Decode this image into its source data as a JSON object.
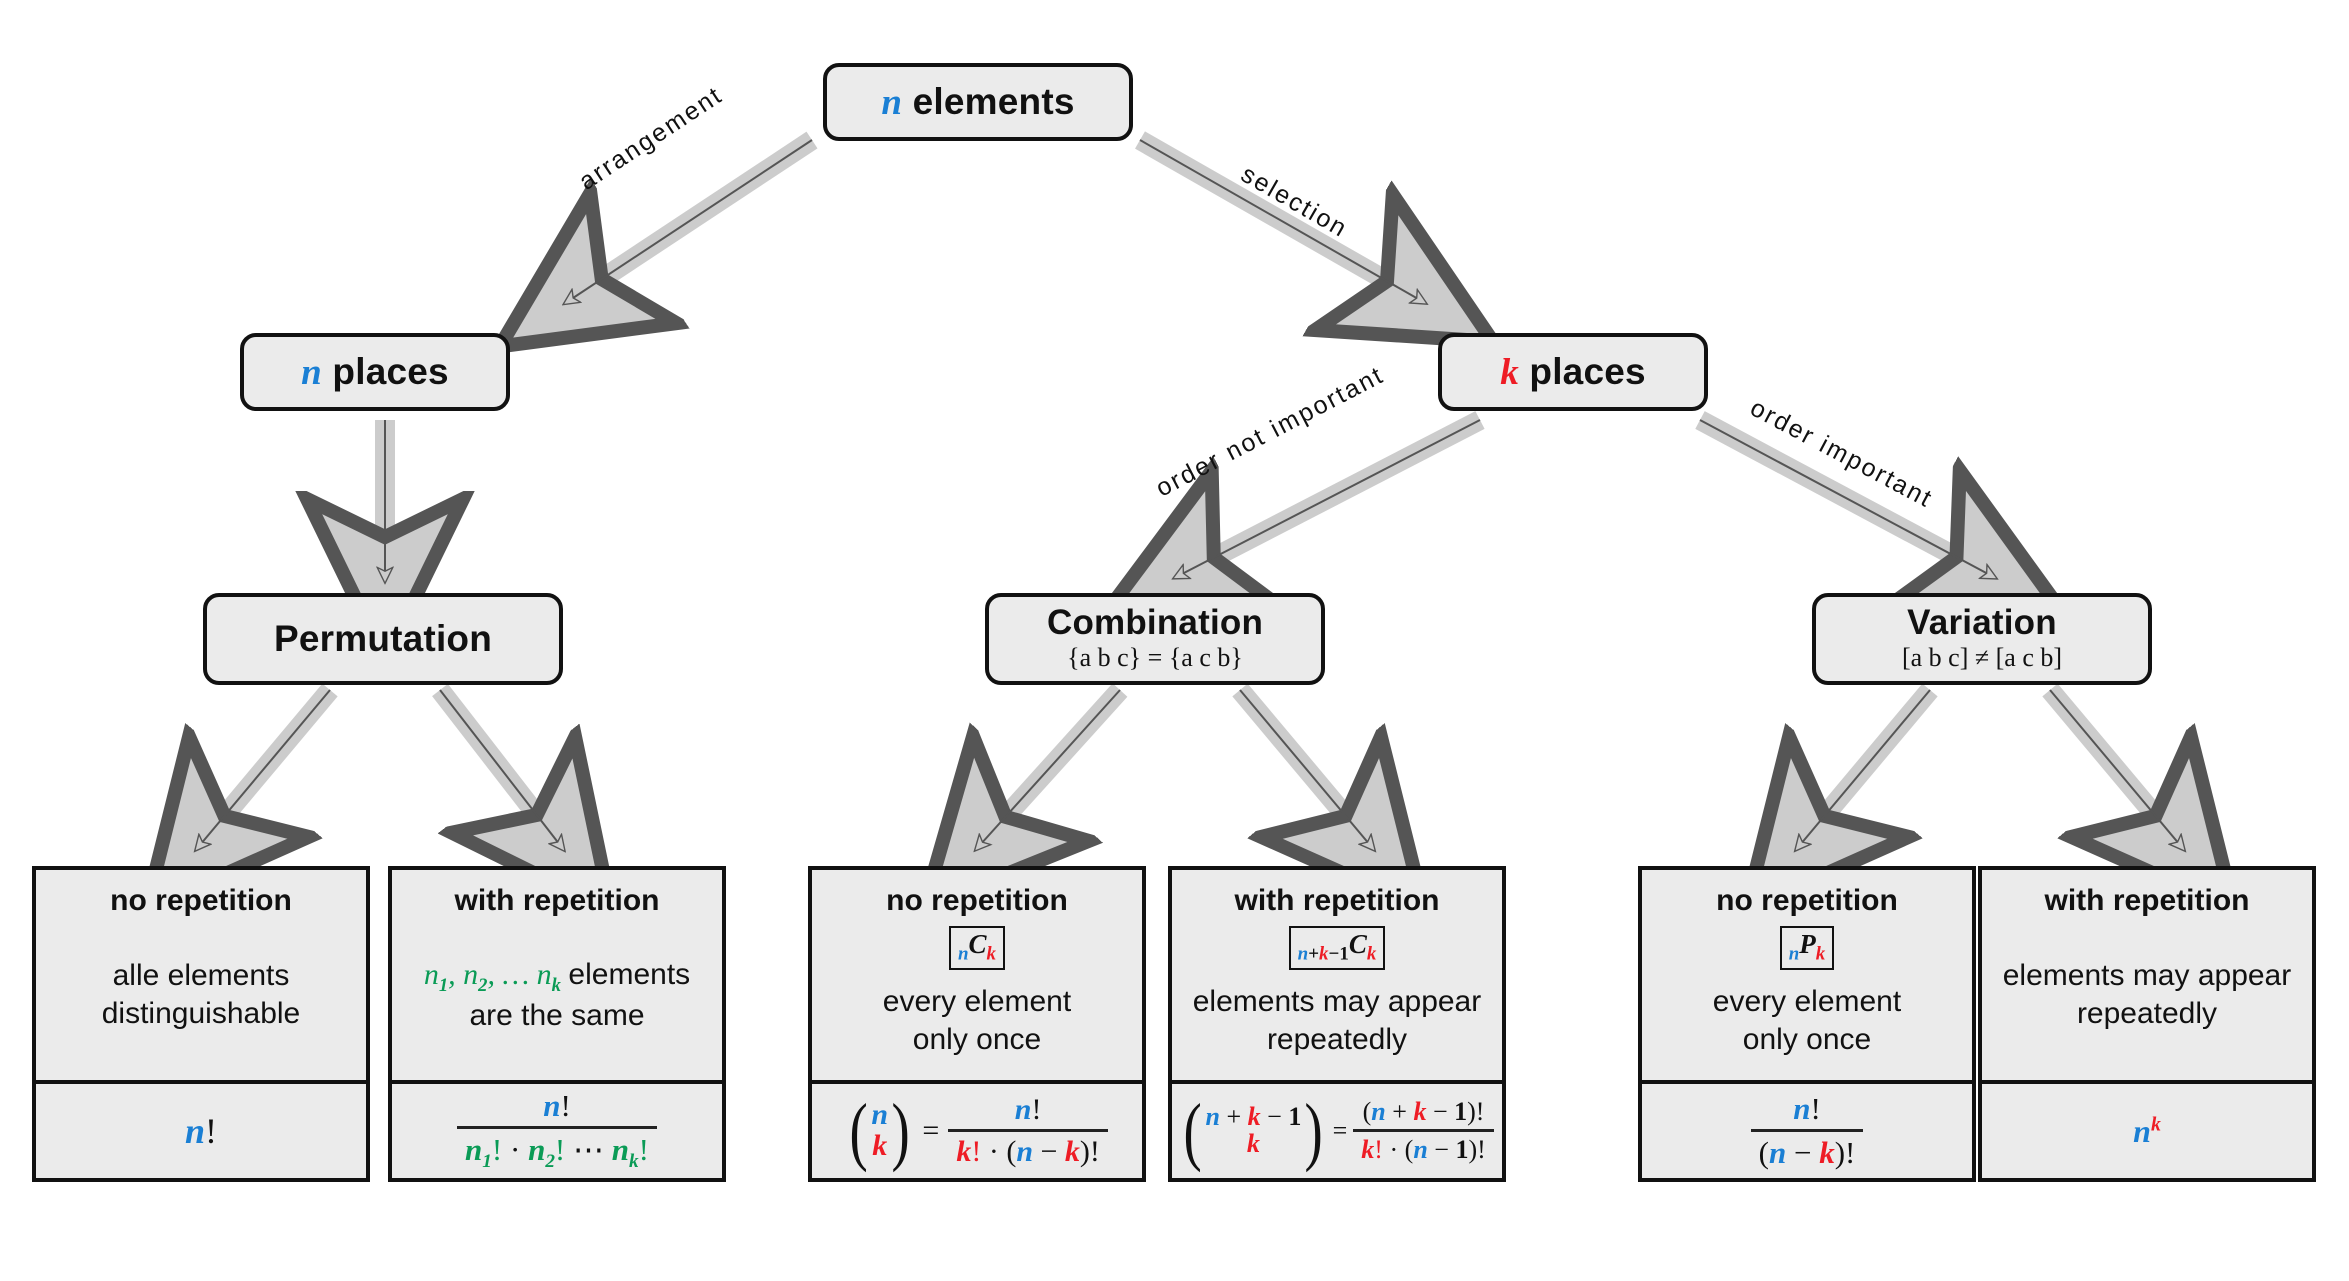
{
  "diagram": {
    "title": "Combinatorics decision tree",
    "colors": {
      "n": "#1a7fd4",
      "k": "#ee1c25",
      "repeat_groups": "#0a9b56",
      "node_fill": "#ebebeb",
      "stroke": "#111111"
    }
  },
  "root": {
    "label_var": "n",
    "label_text": "elements"
  },
  "edges": {
    "arrangement": "arrangement",
    "selection": "selection",
    "order_not_important": "order not important",
    "order_important": "order important"
  },
  "level2": {
    "left": {
      "var": "n",
      "text": "places"
    },
    "right": {
      "var": "k",
      "text": "places"
    }
  },
  "level3": {
    "permutation": {
      "title": "Permutation",
      "example": ""
    },
    "combination": {
      "title": "Combination",
      "example": "{a b c} = {a c b}"
    },
    "variation": {
      "title": "Variation",
      "example": "[a b c] ≠ [a c b]"
    }
  },
  "cards": [
    {
      "id": "permutation-no-repetition",
      "header": "no repetition",
      "notation": "",
      "desc_line1": "alle elements",
      "desc_line2": "distinguishable",
      "formula": "n!"
    },
    {
      "id": "permutation-with-repetition",
      "header": "with repetition",
      "notation": "",
      "desc_line1": "n₁, n₂, … nₖ elements",
      "desc_line2": "are the same",
      "formula": "n! / (n₁! · n₂! ⋯ nₖ!)"
    },
    {
      "id": "combination-no-repetition",
      "header": "no repetition",
      "notation": "ₙCₖ",
      "desc_line1": "every element",
      "desc_line2": "only once",
      "formula": "(n over k) = n! / (k! · (n − k)!)"
    },
    {
      "id": "combination-with-repetition",
      "header": "with repetition",
      "notation": "ₙ₊ₖ₋₁Cₖ",
      "desc_line1": "elements may appear",
      "desc_line2": "repeatedly",
      "formula": "(n + k − 1 over k) = (n + k − 1)! / (k! · (n − 1)!)"
    },
    {
      "id": "variation-no-repetition",
      "header": "no repetition",
      "notation": "ₙPₖ",
      "desc_line1": "every element",
      "desc_line2": "only once",
      "formula": "n! / (n − k)!"
    },
    {
      "id": "variation-with-repetition",
      "header": "with repetition",
      "notation": "",
      "desc_line1": "elements may appear",
      "desc_line2": "repeatedly",
      "formula": "nᵏ"
    }
  ],
  "symbols": {
    "n": "n",
    "k": "k",
    "C": "C",
    "P": "P",
    "factorial": "!",
    "dot": "·",
    "minus": "−",
    "plus": "+",
    "ellipsis": "⋯",
    "equals": "=",
    "one": "1",
    "n1": "n",
    "n2": "n",
    "nk": "n",
    "sub1": "1",
    "sub2": "2",
    "subk": "k"
  }
}
